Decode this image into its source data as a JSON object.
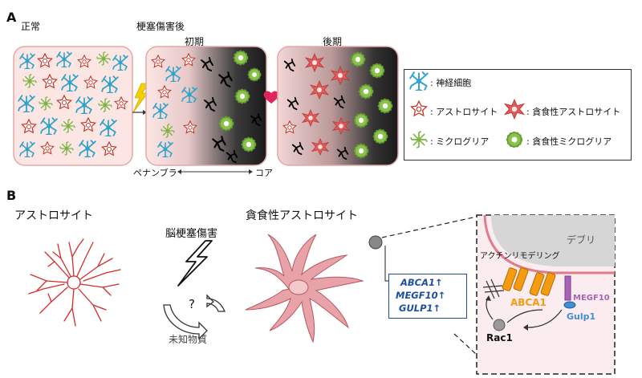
{
  "panel_a": {
    "letter": "A",
    "normal": "正常",
    "post_infarct": "梗塞傷害後",
    "early": "初期",
    "late": "後期",
    "axis": {
      "penumbra": "ペナンブラ",
      "core": "コア"
    }
  },
  "legend": {
    "neuron": ": 神経細胞",
    "astrocyte": ": アストロサイト",
    "microglia": ": ミクログリア",
    "phago_astrocyte": ": 貪食性アストロサイト",
    "phago_microglia": ": 貪食性ミクログリア"
  },
  "panel_b": {
    "letter": "B",
    "astrocyte": "アストロサイト",
    "phago_astrocyte": "貪食性アストロサイト",
    "stroke": "脳梗塞傷害",
    "question": "?",
    "unknown": "未知物質",
    "genes": [
      "ABCA1↑",
      "MEGF10↑",
      "GULP1↑"
    ],
    "inset": {
      "debris": "デブリ",
      "actin": "アクチンリモデリング",
      "abca1": "ABCA1",
      "megf10": "MEGF10",
      "gulp1": "Gulp1",
      "rac1": "Rac1"
    }
  },
  "colors": {
    "box_fill": "#fbe6e4",
    "box_border": "#e2a8a8",
    "neuron": "#2fa3c9",
    "astrocyte": "#c0392b",
    "microglia": "#7cb342",
    "phago_astro": "#d84a4a",
    "abca1": "#f39c12",
    "megf10": "#a862b8",
    "gulp1": "#3f8fd4",
    "heart": "#e0245e",
    "gene_text": "#1f4e9e"
  }
}
